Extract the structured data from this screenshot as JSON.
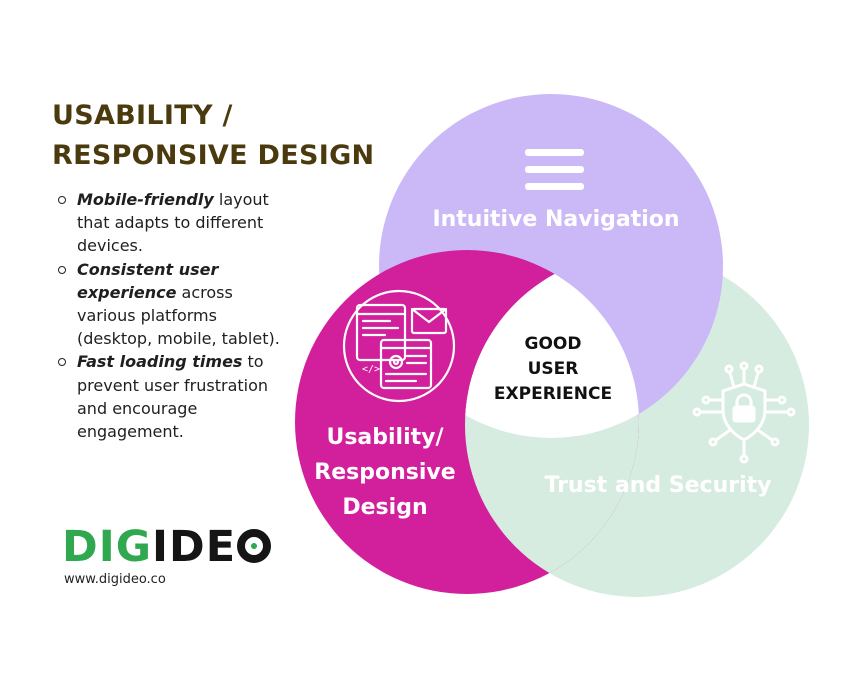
{
  "heading": {
    "line1": "USABILITY /",
    "line2": "RESPONSIVE DESIGN"
  },
  "bullets": [
    {
      "bold": "Mobile-friendly",
      "rest": " layout that adapts to different devices."
    },
    {
      "bold": "Consistent user experience",
      "rest": " across various platforms (desktop, mobile, tablet)."
    },
    {
      "bold": "Fast loading times",
      "rest": " to prevent user frustration and encourage engagement."
    }
  ],
  "logo": {
    "part1": "DIG",
    "part2": "IDE",
    "url": "www.digideo.co"
  },
  "venn": {
    "navigation": {
      "label": "Intuitive Navigation",
      "icon": "hamburger-menu-icon",
      "color": "#cbb8f7"
    },
    "security": {
      "label": "Trust and Security",
      "icon": "shield-lock-circuit-icon",
      "color": "#d6ece0"
    },
    "usability": {
      "label_line1": "Usability/",
      "label_line2": "Responsive",
      "label_line3": "Design",
      "icon": "responsive-web-design-icon",
      "color": "#d21f9c"
    },
    "center": {
      "line1": "GOOD",
      "line2": "USER",
      "line3": "EXPERIENCE"
    }
  }
}
